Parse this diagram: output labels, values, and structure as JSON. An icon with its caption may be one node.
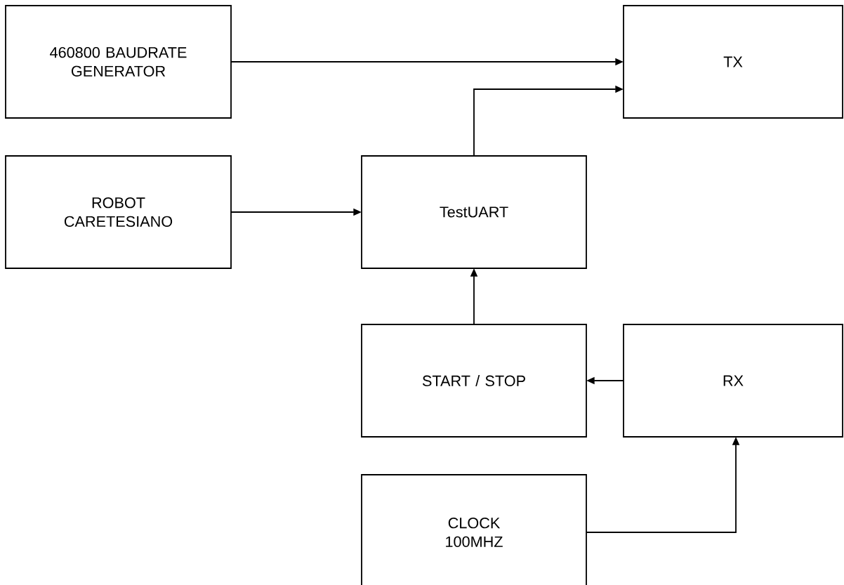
{
  "diagram": {
    "nodes": [
      {
        "text": [
          "460800 BAUDRATE GENERATOR"
        ]
      },
      {
        "text": [
          "TX"
        ]
      },
      {
        "text": [
          "ROBOT CARETESIANO"
        ]
      },
      {
        "text": [
          "TestUART"
        ]
      },
      {
        "text": [
          "START / STOP"
        ]
      },
      {
        "text": [
          "RX"
        ]
      },
      {
        "text": [
          "CLOCK 100MHZ"
        ]
      }
    ],
    "edges": [
      {
        "from": 0,
        "to": 1,
        "arrow": "to"
      },
      {
        "from": 3,
        "to": 1,
        "arrow": "to"
      },
      {
        "from": 2,
        "to": 3,
        "arrow": "to"
      },
      {
        "from": 4,
        "to": 3,
        "arrow": "to"
      },
      {
        "from": 5,
        "to": 4,
        "arrow": "to"
      },
      {
        "from": 6,
        "to": 5,
        "arrow": "to"
      }
    ]
  }
}
